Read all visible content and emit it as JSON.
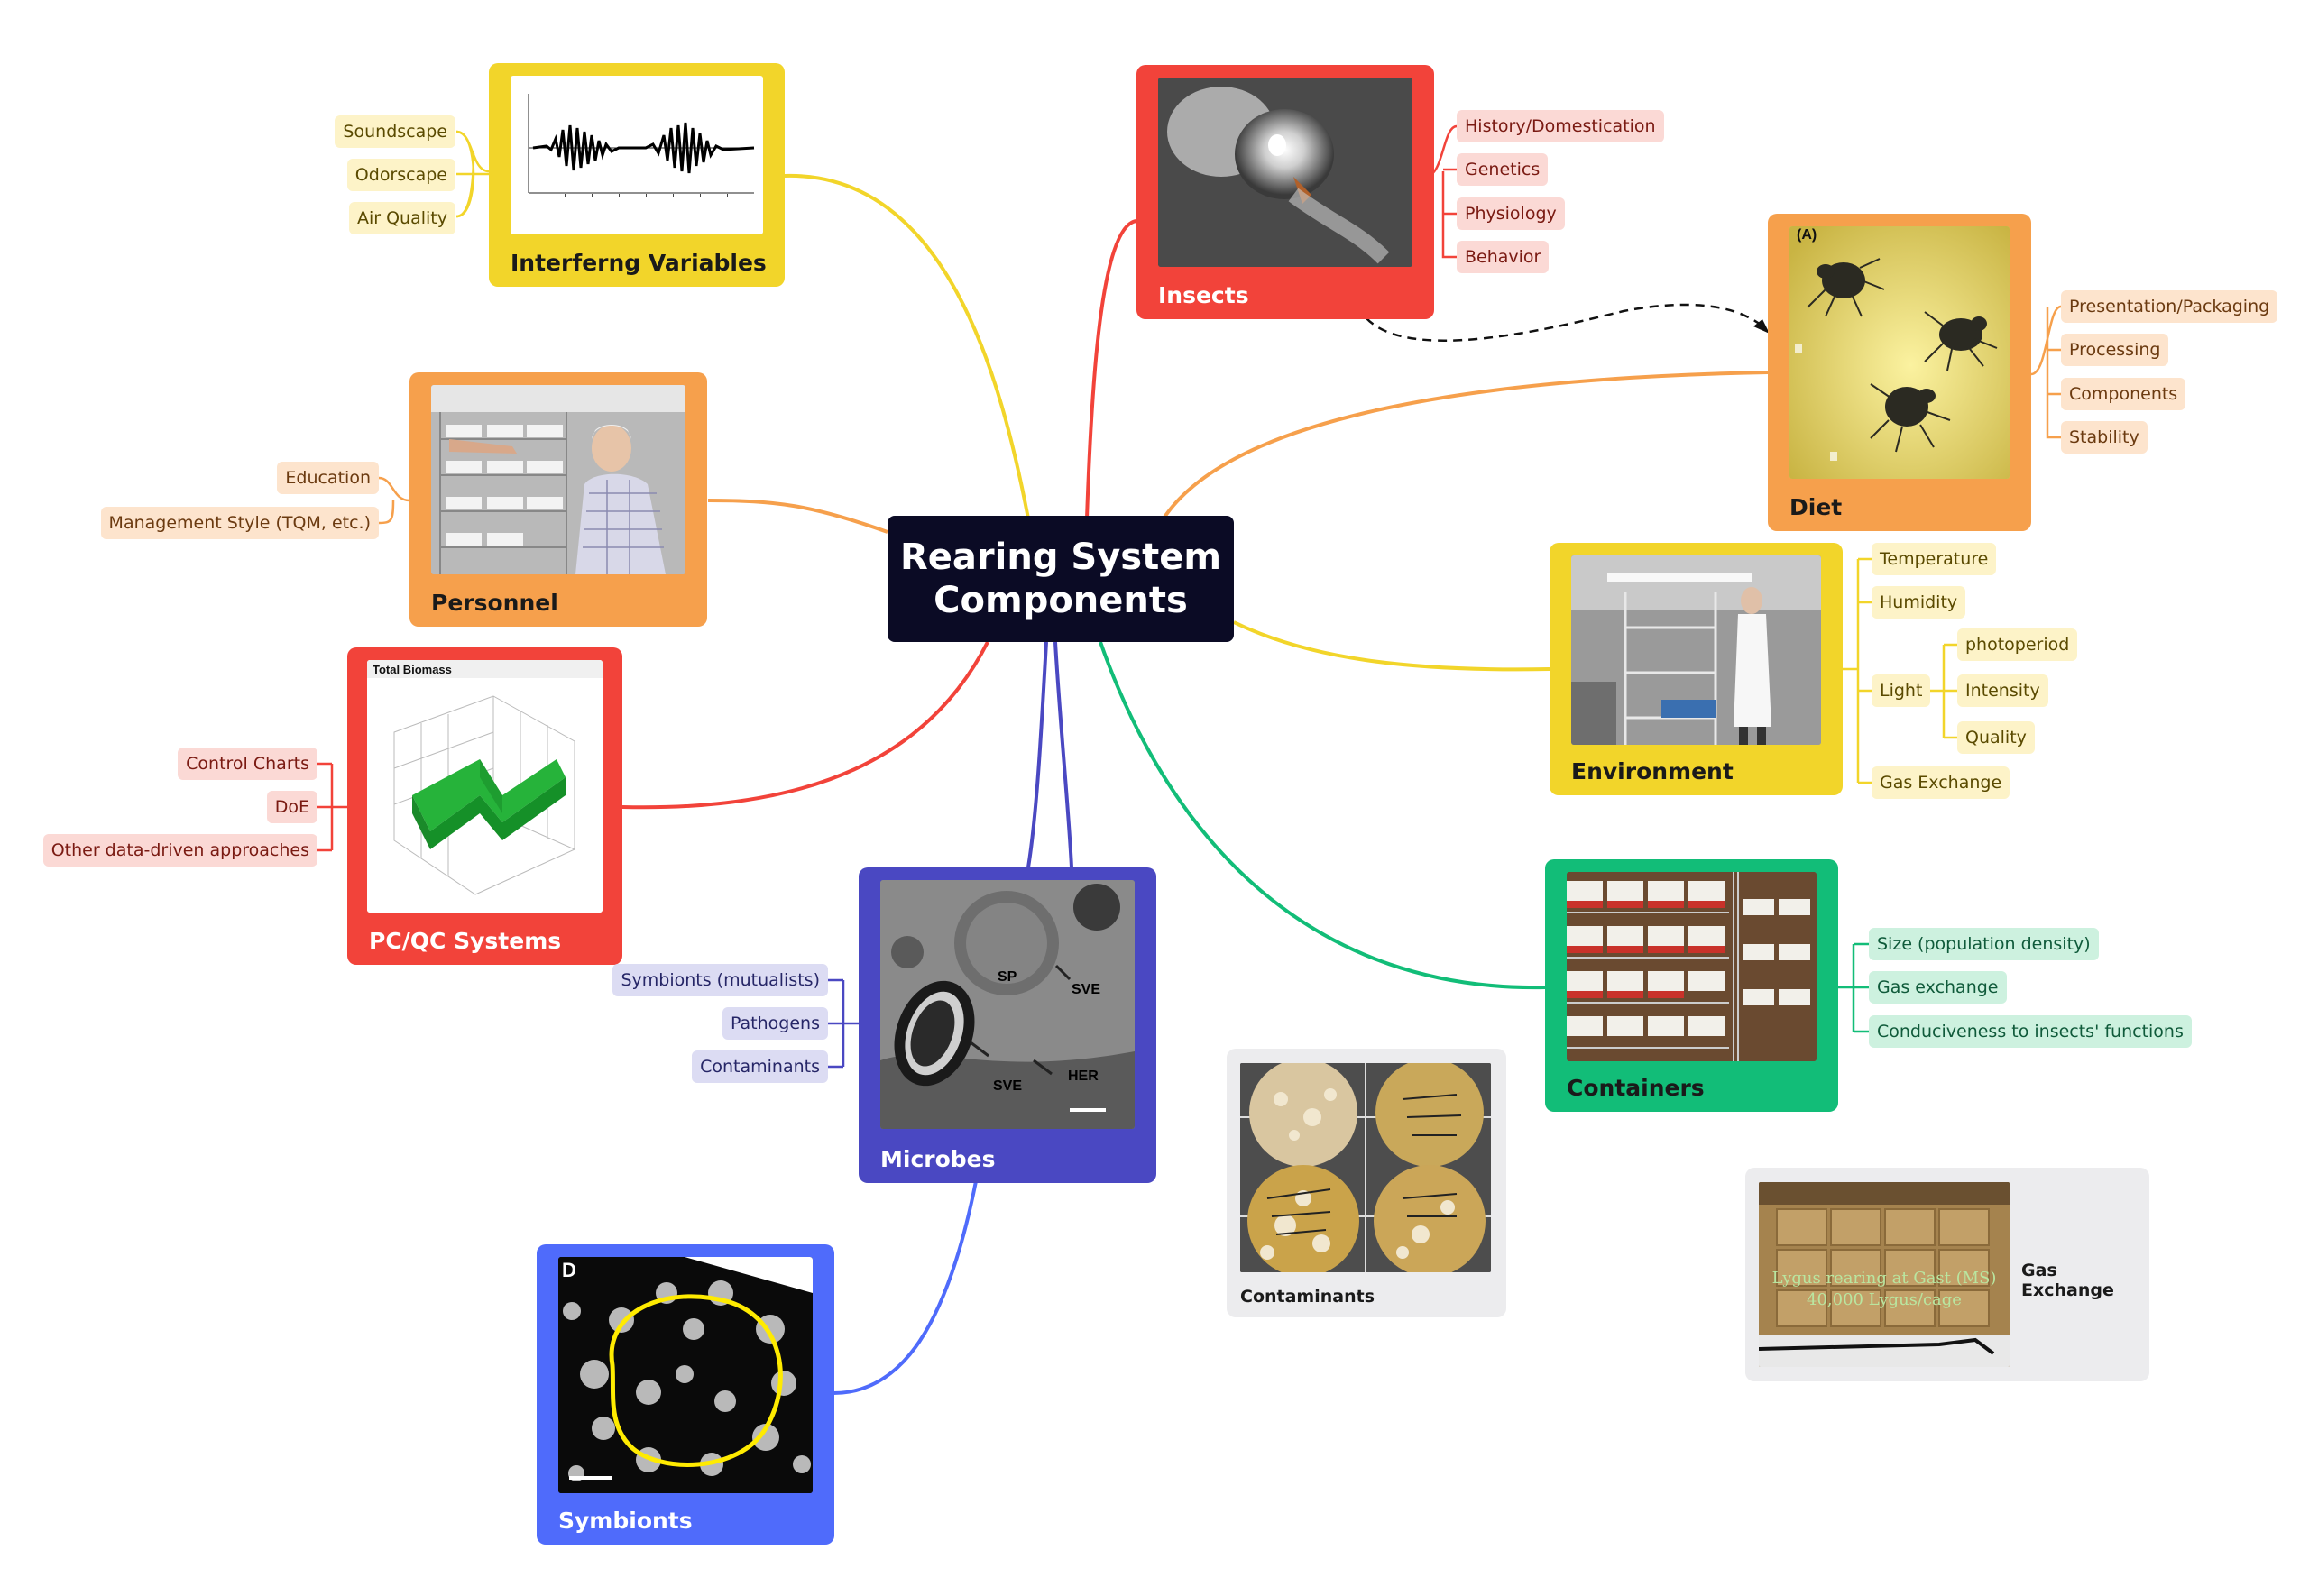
{
  "center": {
    "line1": "Rearing System",
    "line2": "Components"
  },
  "colors": {
    "yellow": "#f2d52a",
    "red": "#f2433a",
    "orange": "#f6a04c",
    "green": "#12bd78",
    "indigo": "#4a48c2",
    "blue": "#4f6bfb",
    "dark": "#0b0b25",
    "grey_card": "#ececee"
  },
  "nodes": {
    "interfering": {
      "title": "Interferng Variables",
      "leaves": [
        "Soundscape",
        "Odorscape",
        "Air Quality"
      ]
    },
    "insects": {
      "title": "Insects",
      "leaves": [
        "History/Domestication",
        "Genetics",
        "Physiology",
        "Behavior"
      ]
    },
    "diet": {
      "title": "Diet",
      "photo_letter": "(A)",
      "leaves": [
        "Presentation/Packaging",
        "Processing",
        "Components",
        "Stability"
      ]
    },
    "personnel": {
      "title": "Personnel",
      "leaves": [
        "Education",
        "Management Style (TQM, etc.)"
      ]
    },
    "environment": {
      "title": "Environment",
      "leaves": [
        "Temperature",
        "Humidity",
        "Light",
        "Gas Exchange"
      ],
      "light_leaves": [
        "photoperiod",
        "Intensity",
        "Quality"
      ]
    },
    "pcqc": {
      "title": "PC/QC Systems",
      "leaves": [
        "Control Charts",
        "DoE",
        "Other data-driven approaches"
      ],
      "chart_header": "Total Biomass"
    },
    "containers": {
      "title": "Containers",
      "leaves": [
        "Size (population density)",
        "Gas exchange",
        "Conduciveness to insects' functions"
      ]
    },
    "microbes": {
      "title": "Microbes",
      "leaves": [
        "Symbionts (mutualists)",
        "Pathogens",
        "Contaminants"
      ],
      "photo_labels": [
        "SP",
        "SVE",
        "SVE",
        "HER"
      ]
    },
    "symbionts": {
      "title": "Symbionts",
      "photo_letter": "D"
    }
  },
  "floating": {
    "contaminants": {
      "label": "Contaminants"
    },
    "gas_exchange": {
      "label": "Gas Exchange",
      "photo_text_1": "Lygus rearing at Gast (MS)",
      "photo_text_2": "40,000 Lygus/cage"
    }
  }
}
